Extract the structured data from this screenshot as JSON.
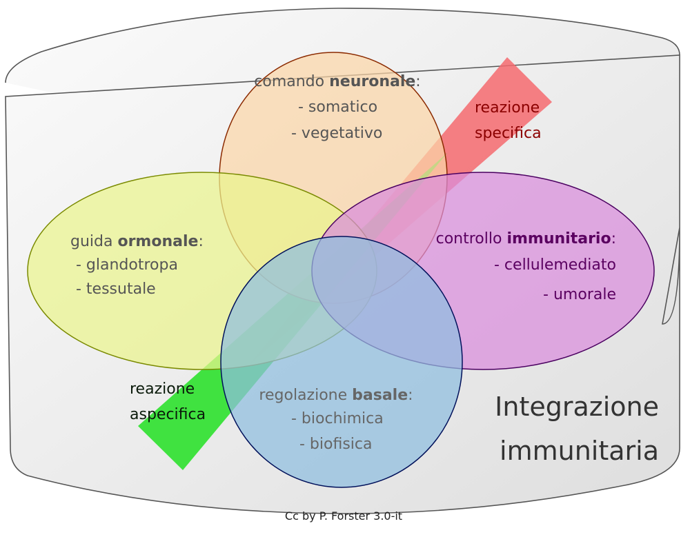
{
  "title": {
    "line1": "Integrazione",
    "line2": "immunitaria"
  },
  "credit": "Cc by P. Forster 3.0-it",
  "circles": {
    "neuronal": {
      "prefix": "comando ",
      "bold": "neuronale",
      "suffix": ":",
      "items": [
        "- somatico",
        "- vegetativo"
      ],
      "fill": "#fbd6a8",
      "stroke": "#8b2a00",
      "text_color": "#555555"
    },
    "hormonal": {
      "prefix": "guida ",
      "bold": "ormonale",
      "suffix": ":",
      "items": [
        "- glandotropa",
        "- tessutale"
      ],
      "fill": "#eaf48e",
      "stroke": "#7a8a00",
      "text_color": "#555555"
    },
    "immune": {
      "prefix": "controllo ",
      "bold": "immunitario",
      "suffix": ":",
      "items": [
        "- cellulemediato",
        "- umorale"
      ],
      "fill": "#d98ddc",
      "stroke": "#4a0060",
      "text_color": "#5a0060"
    },
    "basal": {
      "prefix": "regolazione ",
      "bold": "basale",
      "suffix": ":",
      "items": [
        "- biochimica",
        "- biofisica"
      ],
      "fill": "#8fbedf",
      "stroke": "#00105a",
      "text_color": "#666666"
    }
  },
  "bands": {
    "specific": {
      "line1": "reazione",
      "line2": "specifica",
      "fill": "#f46a6e",
      "text_color": "#8b0000"
    },
    "aspecific": {
      "line1": "reazione",
      "line2": "aspecifica",
      "fill": "#22e022",
      "text_color": "#0a1a0a"
    }
  },
  "container_color": "#ececec"
}
